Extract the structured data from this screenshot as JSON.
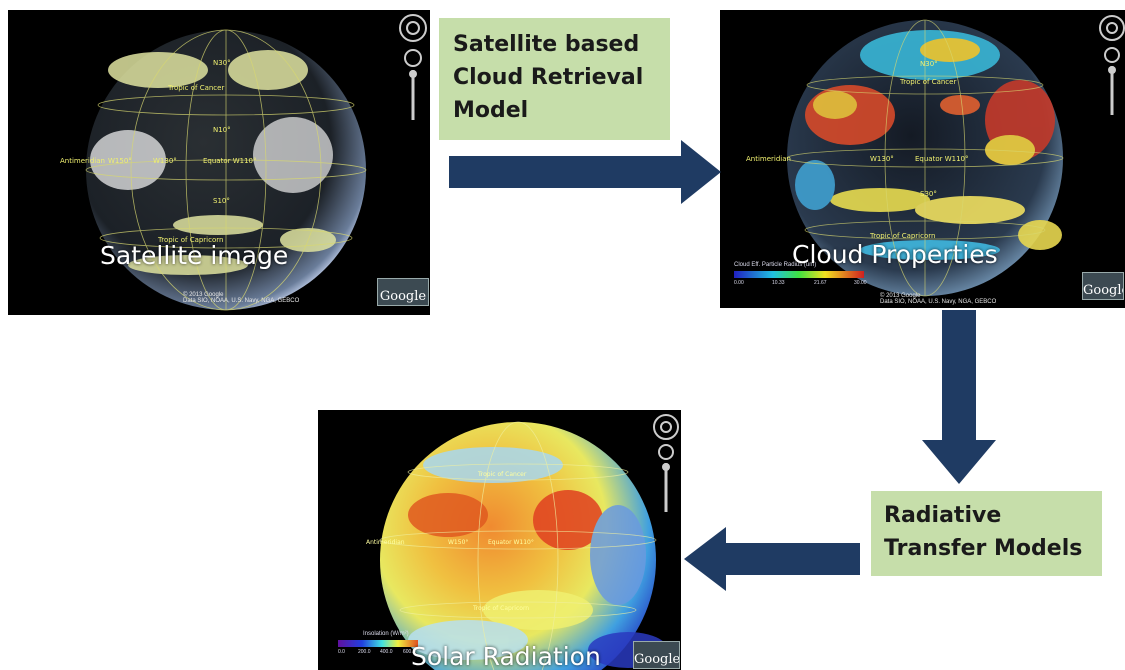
{
  "panels": {
    "satellite": {
      "caption": "Satellite image",
      "credit_line1": "© 2013 Google",
      "credit_line2": "Data SIO, NOAA, U.S. Navy, NGA, GEBCO",
      "logo": "Google",
      "globe_labels": [
        "N30°",
        "Tropic of Cancer",
        "N10°",
        "Antimeridian",
        "W150°",
        "W130°",
        "Equator W110°",
        "S10°",
        "Tropic of Capricorn"
      ]
    },
    "cloud": {
      "caption": "Cloud Properties",
      "credit_line1": "© 2013 Google",
      "credit_line2": "Data SIO, NOAA, U.S. Navy, NGA, GEBCO",
      "logo": "Google",
      "scale_title": "Cloud Eff. Particle Radius (um)",
      "scale_ticks": [
        "0.00",
        "10.33",
        "21.67",
        "30.00"
      ],
      "globe_labels": [
        "N30°",
        "Tropic of Cancer",
        "Antimeridian",
        "W130°",
        "Equator W110°",
        "S30°",
        "Tropic of Capricorn"
      ]
    },
    "solar": {
      "caption": "Solar Radiation",
      "logo": "Google",
      "scale_title": "Insolation (W/m²)",
      "scale_ticks": [
        "0.0",
        "200.0",
        "400.0",
        "600.0"
      ],
      "globe_labels": [
        "Tropic of Cancer",
        "Antimeridian",
        "W150°",
        "Equator W110°",
        "Tropic of Capricorn"
      ]
    }
  },
  "process_boxes": {
    "retrieval": [
      "Satellite based",
      "Cloud Retrieval",
      "Model"
    ],
    "radiative": [
      "Radiative",
      "Transfer Models"
    ]
  },
  "colors": {
    "arrow": "#1f3b63",
    "label_box": "#c6deaa",
    "panel_background": "#000000"
  },
  "icons": [
    "arrow-right-icon",
    "arrow-down-icon",
    "arrow-left-icon",
    "compass-icon",
    "zoom-slider-icon",
    "google-logo-icon"
  ]
}
